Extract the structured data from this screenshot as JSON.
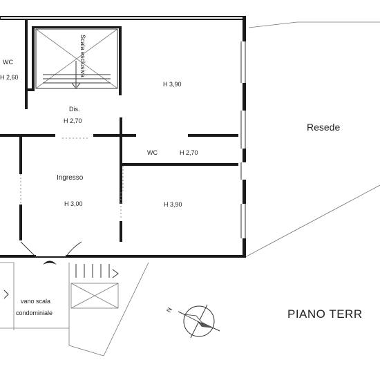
{
  "plan": {
    "floor_title": "PIANO TERR",
    "outdoor_label": "Resede",
    "rooms": {
      "wc_left": {
        "name": "WC",
        "height": "H 2,60"
      },
      "stair": {
        "name": "Scala esclusiva"
      },
      "room_top_right": {
        "height": "H 3,90"
      },
      "dis": {
        "name": "Dis.",
        "height": "H 2,70"
      },
      "wc_mid": {
        "name": "WC",
        "height": "H 2,70"
      },
      "ingresso": {
        "name": "Ingresso",
        "height": "H 3,00"
      },
      "room_bottom_right": {
        "height": "H 3,90"
      },
      "vano_scala": {
        "line1": "vano scala",
        "line2": "condominiale"
      }
    },
    "compass": {
      "label": "N"
    }
  }
}
